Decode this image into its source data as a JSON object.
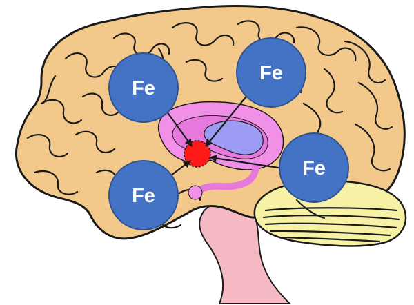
{
  "diagram": {
    "markers": [
      {
        "id": "fe-top-left",
        "label": "Fe"
      },
      {
        "id": "fe-top-right",
        "label": "Fe"
      },
      {
        "id": "fe-right",
        "label": "Fe"
      },
      {
        "id": "fe-bottom-left",
        "label": "Fe"
      }
    ],
    "colors": {
      "cortex": "#F3C98B",
      "cortex_outline": "#1a1a1a",
      "cerebellum": "#F7F1A6",
      "brainstem": "#F4B9C3",
      "limbic": "#F090E6",
      "ventricle": "#9C9CF5",
      "iron_deposit": "#FF1A1A",
      "fe_circle": "#4472C4",
      "fe_circle_stroke": "#2F528F",
      "arrow": "#1a1a1a"
    }
  }
}
